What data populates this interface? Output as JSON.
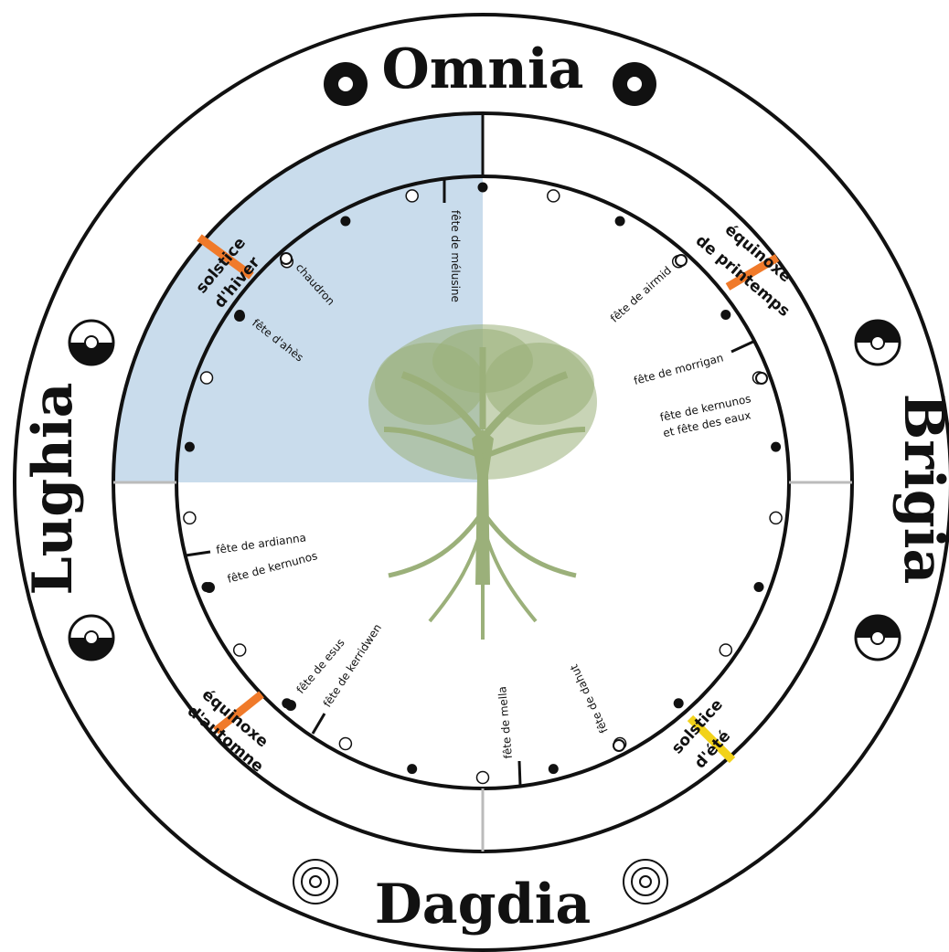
{
  "gods": {
    "top": "Omnia",
    "right": "Brigia",
    "bottom": "Dagdia",
    "left": "Lughia"
  },
  "seasons": {
    "winter_solstice": [
      "solstice",
      "d'hiver"
    ],
    "spring_equinox": [
      "équinoxe",
      "de printemps"
    ],
    "summer_solstice": [
      "solstice",
      "d'été"
    ],
    "autumn_equinox": [
      "équinoxe",
      "d'automne"
    ]
  },
  "festivals": {
    "melusine": "fête de mélusine",
    "chaudron": "chaudron",
    "ahes": "fête d'ahès",
    "airmid": "fête de airmid",
    "morrigan": "fête de morrigan",
    "kernunos_eaux_1": "fête de kernunos",
    "kernunos_eaux_2": "et fête des eaux",
    "ardianna": "fête de ardianna",
    "kernunos": "fête de kernunos",
    "esus": "fête de esus",
    "kerridwen": "fête de kerridwen",
    "mella": "fête de mella",
    "dahut": "fête de dahut"
  },
  "colors": {
    "winter_quadrant": "#c9dcec",
    "tree": "#9bb07a",
    "equinox_mark": "#f07a2a",
    "summer_mark": "#f2d21a",
    "ink": "#111111"
  },
  "icons": {
    "moon_markers": "new-moon / full-moon circles",
    "god_symbols": "eye-circle-icon"
  }
}
